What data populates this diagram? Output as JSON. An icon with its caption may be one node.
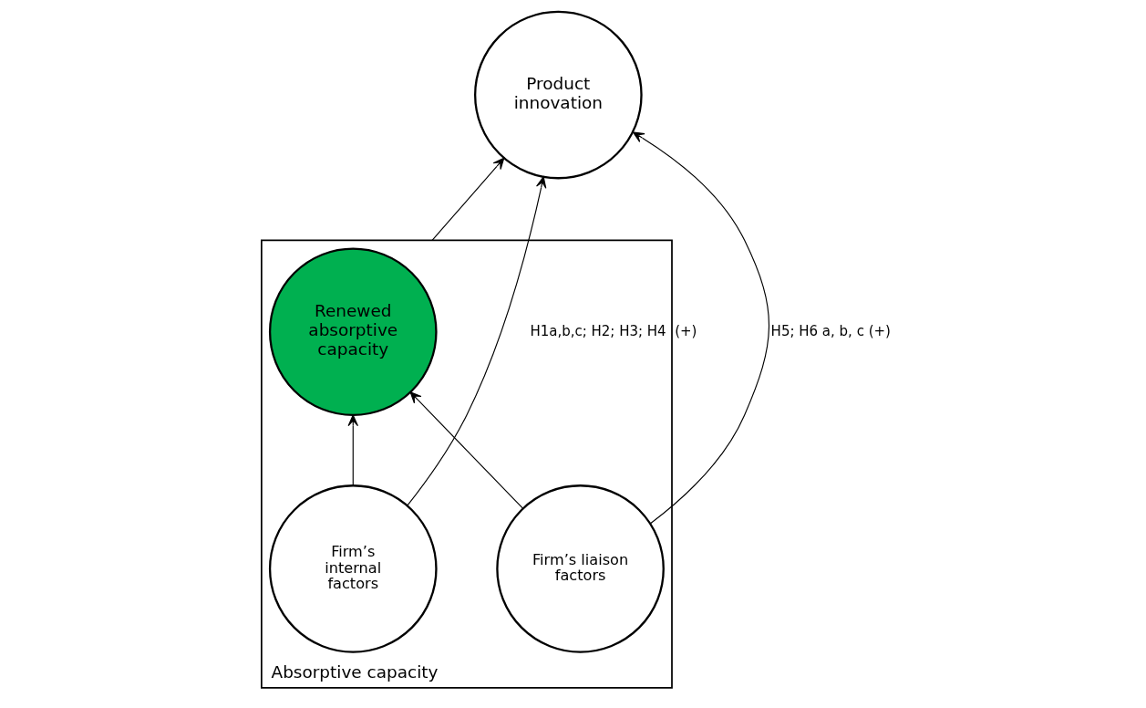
{
  "diagram": {
    "nodes": [
      {
        "text": [
          "Absorptive capacity"
        ]
      },
      {
        "text": [
          "Renewed absorptive capacity"
        ],
        "in": 0
      },
      {
        "text": [
          "Firm’s internal factors"
        ],
        "in": 0
      },
      {
        "text": [
          "Firm’s liaison factors"
        ],
        "in": 0
      },
      {
        "text": [
          "Product innovation"
        ]
      }
    ],
    "edges": [
      {
        "from": 2,
        "to": 1,
        "arrow": "to"
      },
      {
        "from": 3,
        "to": 1,
        "arrow": "to"
      },
      {
        "from": 2,
        "to": 4,
        "arrow": "to",
        "label": "H1a,b,c; H2; H3; H4  (+)"
      },
      {
        "from": 0,
        "to": 4,
        "arrow": "to"
      },
      {
        "from": 3,
        "to": 4,
        "arrow": "to",
        "label": "H5; H6 a, b, c (+)"
      }
    ]
  }
}
